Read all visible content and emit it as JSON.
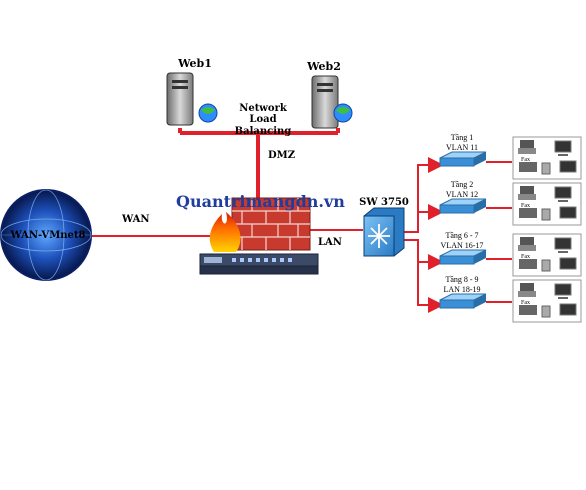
{
  "servers": {
    "web1": "Web1",
    "web2": "Web2"
  },
  "nlb": [
    "Network",
    "Load",
    "Balancing"
  ],
  "links": {
    "dmz": "DMZ",
    "wan": "WAN",
    "lan": "LAN"
  },
  "cloud_label": "WAN-VMnet8",
  "watermark": "Quantrimangdn.vn",
  "core_switch": "SW 3750",
  "floors": [
    {
      "line1": "Tầng 1",
      "line2": "VLAN 11"
    },
    {
      "line1": "Tầng 2",
      "line2": "VLAN 12"
    },
    {
      "line1": "Tầng 6 - 7",
      "line2": "VLAN 16-17"
    },
    {
      "line1": "Tầng 8 - 9",
      "line2": "LAN 18-19"
    }
  ],
  "fax_label": "Fax",
  "colors": {
    "link": "#e0202a",
    "cloud": "#0a2e7a",
    "switch": "#3a8fd6",
    "firewall": "#c0392b"
  }
}
